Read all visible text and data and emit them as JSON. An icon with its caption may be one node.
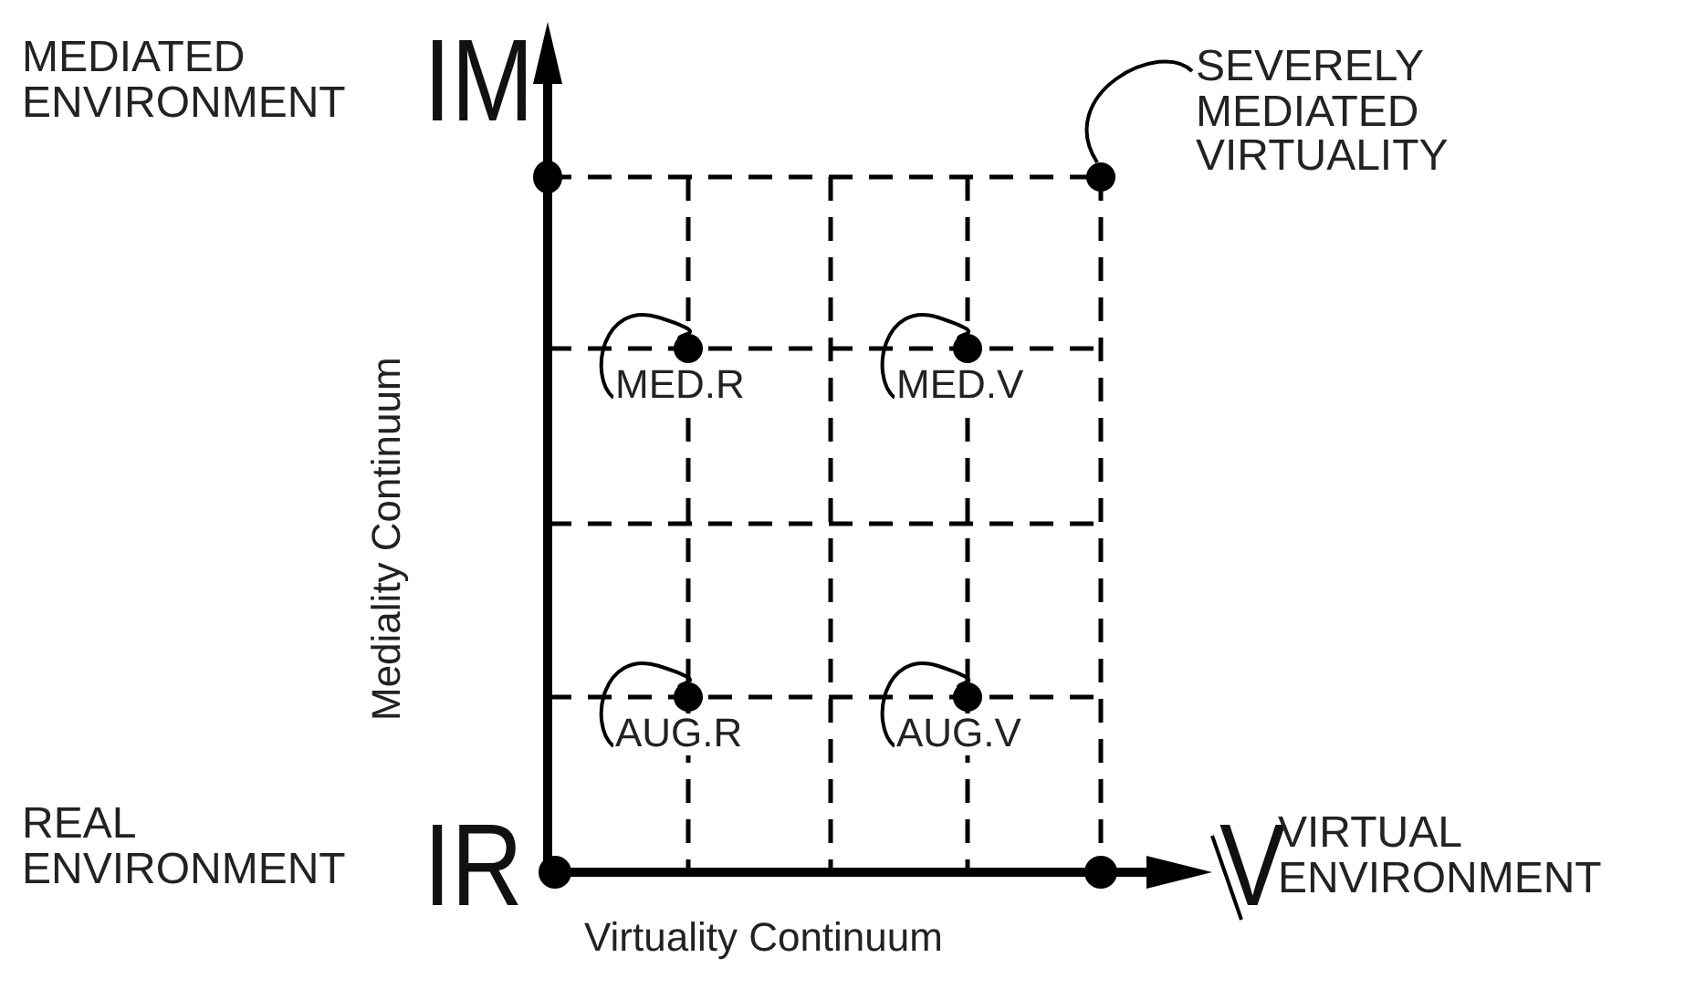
{
  "diagram": {
    "nodes": [
      {
        "text": [
          "SEVERELY MEDIATED VIRTUALITY"
        ]
      },
      {
        "text": [],
        "shape": "circle"
      },
      {
        "text": [
          "MED.R"
        ]
      },
      {
        "text": [],
        "shape": "circle"
      },
      {
        "text": [
          "MED.V"
        ]
      },
      {
        "text": [],
        "shape": "circle"
      },
      {
        "text": [
          "AUG.R"
        ]
      },
      {
        "text": [],
        "shape": "circle"
      },
      {
        "text": [
          "AUG.V"
        ]
      },
      {
        "text": [],
        "shape": "circle"
      }
    ],
    "edges": [
      {
        "from": 0,
        "to": 1,
        "arrow": "none"
      },
      {
        "from": 2,
        "to": 3,
        "arrow": "none"
      },
      {
        "from": 4,
        "to": 5,
        "arrow": "none"
      },
      {
        "from": 6,
        "to": 7,
        "arrow": "none"
      },
      {
        "from": 8,
        "to": 9,
        "arrow": "none"
      }
    ],
    "labels": [
      "MEDIATED ENVIRONMENT",
      "IM",
      "Mediality Continuum",
      "REAL ENVIRONMENT",
      "IR",
      "Virtuality Continuum",
      "V",
      "VIRTUAL ENVIRONMENT"
    ]
  }
}
